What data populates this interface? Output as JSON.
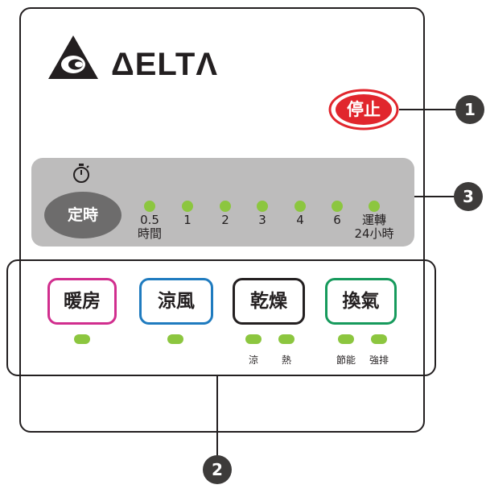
{
  "brand": {
    "name": "ΔELTΛ"
  },
  "stop_button": {
    "label": "停止",
    "color": "#e1262d"
  },
  "timer": {
    "icon": "stopwatch-icon",
    "button_label": "定時",
    "hours": [
      {
        "label": "0.5",
        "sub": "時間"
      },
      {
        "label": "1",
        "sub": ""
      },
      {
        "label": "2",
        "sub": ""
      },
      {
        "label": "3",
        "sub": ""
      },
      {
        "label": "4",
        "sub": ""
      },
      {
        "label": "6",
        "sub": ""
      },
      {
        "label": "運轉",
        "sub": "24小時"
      }
    ],
    "led_color": "#8cc63f"
  },
  "modes": [
    {
      "label": "暖房",
      "color": "#d12e8e",
      "subs": []
    },
    {
      "label": "涼風",
      "color": "#1f7bbf",
      "subs": []
    },
    {
      "label": "乾燥",
      "color": "#231f20",
      "subs": [
        "涼",
        "熱"
      ]
    },
    {
      "label": "換氣",
      "color": "#169a5c",
      "subs": [
        "節能",
        "強排"
      ]
    }
  ],
  "callouts": [
    "1",
    "3",
    "2"
  ]
}
